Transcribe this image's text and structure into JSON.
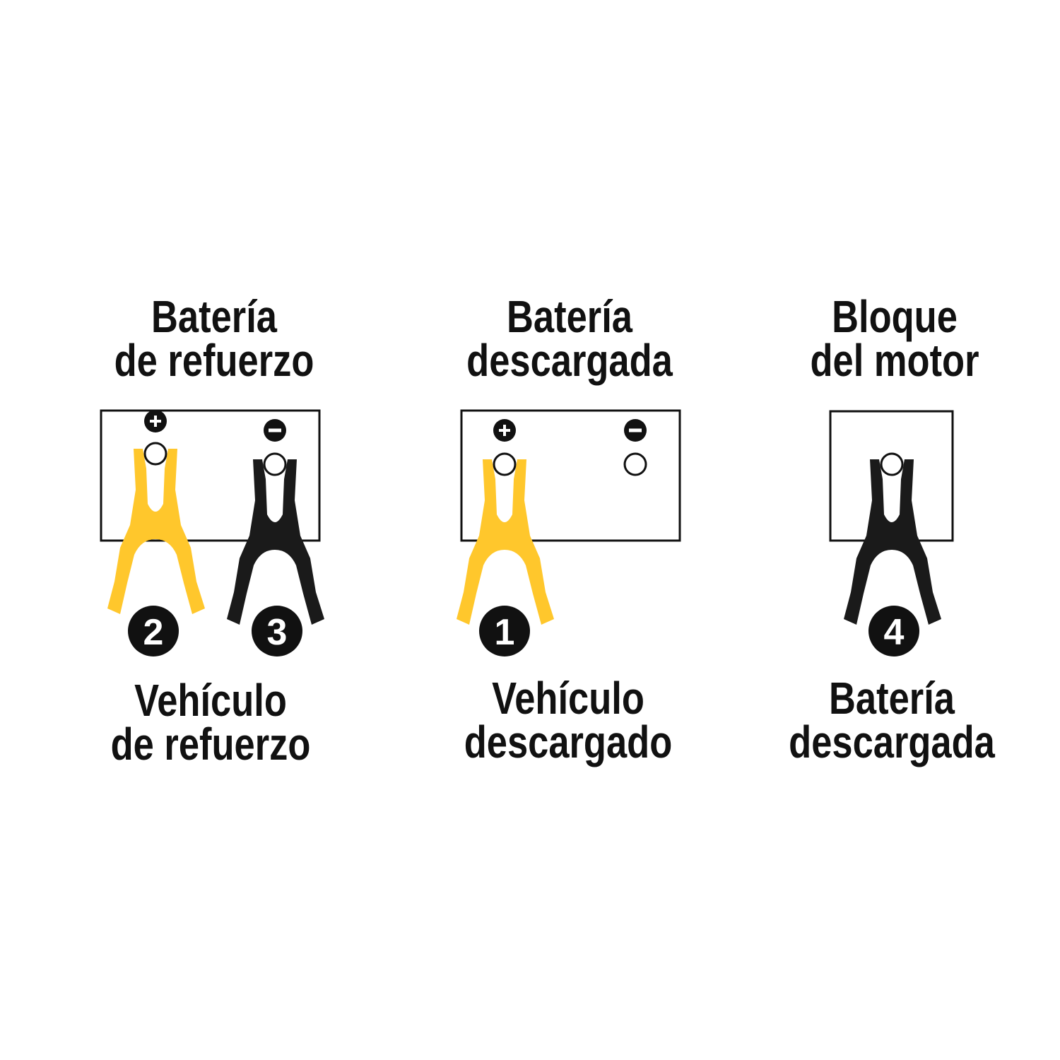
{
  "colors": {
    "positive_clamp": "#FFC72C",
    "negative_clamp": "#1A1A1A",
    "ink": "#111111"
  },
  "panels": [
    {
      "top": [
        "Batería",
        "de refuerzo"
      ],
      "bottom": [
        "Vehículo",
        "de refuerzo"
      ],
      "steps": [
        "2",
        "3"
      ],
      "signs": [
        "+",
        "−"
      ]
    },
    {
      "top": [
        "Batería",
        "descargada"
      ],
      "bottom": [
        "Vehículo",
        "descargado"
      ],
      "steps": [
        "1"
      ],
      "signs": [
        "+",
        "−"
      ]
    },
    {
      "top": [
        "Bloque",
        "del motor"
      ],
      "bottom": [
        "Batería",
        "descargada"
      ],
      "steps": [
        "4"
      ]
    }
  ]
}
